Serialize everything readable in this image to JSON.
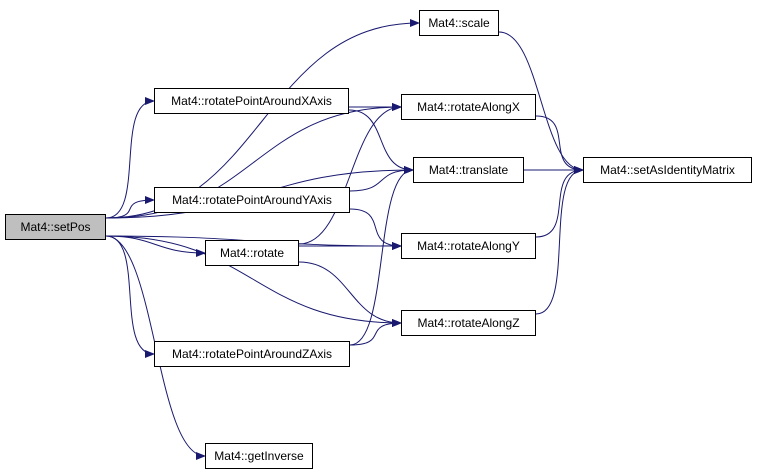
{
  "graph": {
    "edge_color": "#191970",
    "root_fill": "#bfbfbf",
    "nodes": {
      "setpos": "Mat4::setPos",
      "scale": "Mat4::scale",
      "rotate_point_around_x_axis": "Mat4::rotatePointAroundXAxis",
      "rotate_along_x": "Mat4::rotateAlongX",
      "translate": "Mat4::translate",
      "set_as_identity_matrix": "Mat4::setAsIdentityMatrix",
      "rotate_point_around_y_axis": "Mat4::rotatePointAroundYAxis",
      "rotate": "Mat4::rotate",
      "rotate_along_y": "Mat4::rotateAlongY",
      "rotate_along_z": "Mat4::rotateAlongZ",
      "rotate_point_around_z_axis": "Mat4::rotatePointAroundZAxis",
      "get_inverse": "Mat4::getInverse"
    },
    "edges": [
      [
        "setpos",
        "scale"
      ],
      [
        "setpos",
        "rotate_along_x"
      ],
      [
        "setpos",
        "rotate_point_around_x_axis"
      ],
      [
        "setpos",
        "translate"
      ],
      [
        "setpos",
        "rotate_point_around_y_axis"
      ],
      [
        "setpos",
        "rotate"
      ],
      [
        "setpos",
        "rotate_along_y"
      ],
      [
        "setpos",
        "rotate_point_around_z_axis"
      ],
      [
        "setpos",
        "rotate_along_z"
      ],
      [
        "setpos",
        "get_inverse"
      ],
      [
        "scale",
        "set_as_identity_matrix"
      ],
      [
        "rotate_along_x",
        "set_as_identity_matrix"
      ],
      [
        "translate",
        "set_as_identity_matrix"
      ],
      [
        "rotate_along_y",
        "set_as_identity_matrix"
      ],
      [
        "rotate_along_z",
        "set_as_identity_matrix"
      ],
      [
        "rotate_point_around_x_axis",
        "rotate_along_x"
      ],
      [
        "rotate_point_around_x_axis",
        "translate"
      ],
      [
        "rotate_point_around_y_axis",
        "translate"
      ],
      [
        "rotate_point_around_y_axis",
        "rotate_along_y"
      ],
      [
        "rotate",
        "rotate_along_x"
      ],
      [
        "rotate",
        "rotate_along_y"
      ],
      [
        "rotate",
        "rotate_along_z"
      ],
      [
        "rotate_point_around_z_axis",
        "translate"
      ],
      [
        "rotate_point_around_z_axis",
        "rotate_along_z"
      ]
    ]
  }
}
